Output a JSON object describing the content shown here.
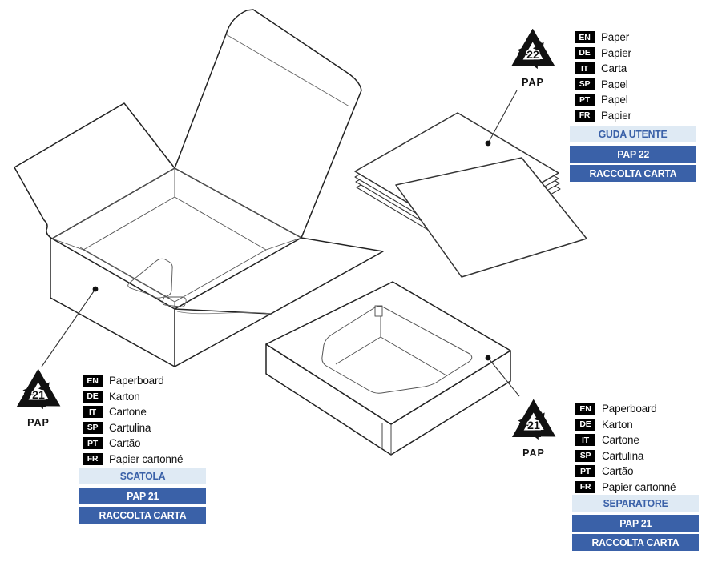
{
  "colors": {
    "bar_dark_blue": "#3a61a8",
    "bar_light_blue": "#dfeaf4",
    "bar_light_text_blue": "#3a61a8",
    "line_art_stroke": "#222222",
    "tag_background": "#000000"
  },
  "icons": {
    "recycling": "mobius-loop-recycling-icon",
    "leader_dot": "leader-dot"
  },
  "blocks": [
    {
      "name": "user-guide",
      "recycle_number": "22",
      "recycle_material": "PAP",
      "languages": [
        {
          "code": "EN",
          "label": "Paper"
        },
        {
          "code": "DE",
          "label": "Papier"
        },
        {
          "code": "IT",
          "label": "Carta"
        },
        {
          "code": "SP",
          "label": "Papel"
        },
        {
          "code": "PT",
          "label": "Papel"
        },
        {
          "code": "FR",
          "label": "Papier"
        }
      ],
      "bars": [
        {
          "label": "GUDA UTENTE",
          "variant": "light"
        },
        {
          "label": "PAP 22",
          "variant": "dark"
        },
        {
          "label": "RACCOLTA CARTA",
          "variant": "dark"
        }
      ]
    },
    {
      "name": "box",
      "recycle_number": "21",
      "recycle_material": "PAP",
      "languages": [
        {
          "code": "EN",
          "label": "Paperboard"
        },
        {
          "code": "DE",
          "label": "Karton"
        },
        {
          "code": "IT",
          "label": "Cartone"
        },
        {
          "code": "SP",
          "label": "Cartulina"
        },
        {
          "code": "PT",
          "label": "Cartão"
        },
        {
          "code": "FR",
          "label": "Papier cartonné"
        }
      ],
      "bars": [
        {
          "label": "SCATOLA",
          "variant": "light"
        },
        {
          "label": "PAP 21",
          "variant": "dark"
        },
        {
          "label": "RACCOLTA CARTA",
          "variant": "dark"
        }
      ]
    },
    {
      "name": "separator",
      "recycle_number": "21",
      "recycle_material": "PAP",
      "languages": [
        {
          "code": "EN",
          "label": "Paperboard"
        },
        {
          "code": "DE",
          "label": "Karton"
        },
        {
          "code": "IT",
          "label": "Cartone"
        },
        {
          "code": "SP",
          "label": "Cartulina"
        },
        {
          "code": "PT",
          "label": "Cartão"
        },
        {
          "code": "FR",
          "label": "Papier cartonné"
        }
      ],
      "bars": [
        {
          "label": "SEPARATORE",
          "variant": "light"
        },
        {
          "label": "PAP 21",
          "variant": "dark"
        },
        {
          "label": "RACCOLTA CARTA",
          "variant": "dark"
        }
      ]
    }
  ]
}
